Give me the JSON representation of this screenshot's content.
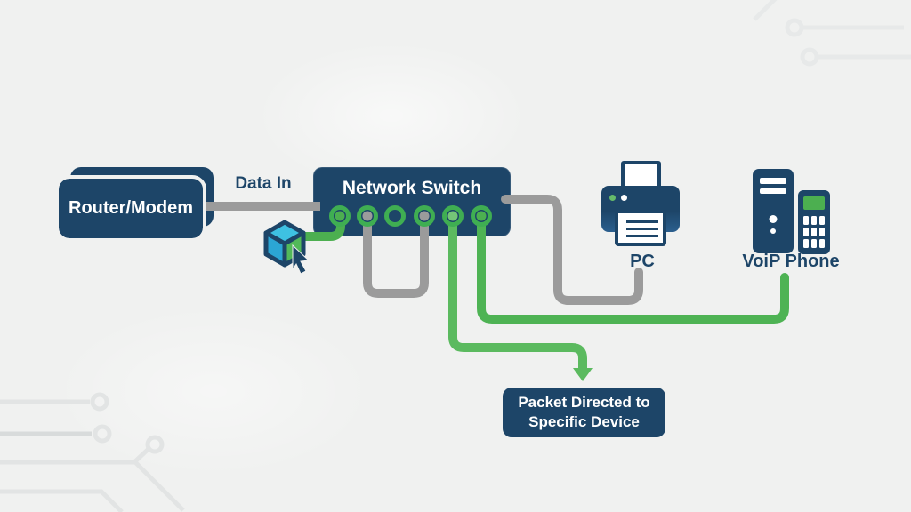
{
  "palette": {
    "background": "#f0f1f0",
    "navy": "#1d4568",
    "green": "#4caf50",
    "light-green": "#74c577",
    "ring-green": "#3fae52",
    "gray": "#9b9b9b",
    "trace-light": "#e7e9e9",
    "trace-mid": "#e2e4e4",
    "cube-top": "#3ec1e2",
    "cube-left": "#2ba6d4",
    "cube-right": "#52b95a"
  },
  "router": {
    "label": "Router/Modem"
  },
  "data_in_label": "Data In",
  "switch": {
    "label": "Network Switch",
    "ports": [
      {
        "plug": "green"
      },
      {
        "plug": "gray"
      },
      {
        "plug": "none"
      },
      {
        "plug": "gray"
      },
      {
        "plug": "light-green"
      },
      {
        "plug": "green"
      }
    ]
  },
  "pc": {
    "label": "PC"
  },
  "voip": {
    "label": "VoiP Phone"
  },
  "packet_box": {
    "line1": "Packet Directed to",
    "line2": "Specific Device"
  },
  "connections": [
    {
      "from": "router",
      "to": "switch",
      "label": "Data In",
      "color": "gray"
    },
    {
      "from": "packet-cube",
      "to": "switch-port-1",
      "color": "green"
    },
    {
      "from": "switch-port-2",
      "to": "switch-port-4",
      "color": "gray"
    },
    {
      "from": "switch",
      "to": "pc",
      "color": "gray"
    },
    {
      "from": "switch-port-5",
      "to": "packet-box",
      "color": "light-green",
      "arrow": true
    },
    {
      "from": "switch-port-6",
      "to": "voip-phone",
      "color": "green"
    }
  ]
}
